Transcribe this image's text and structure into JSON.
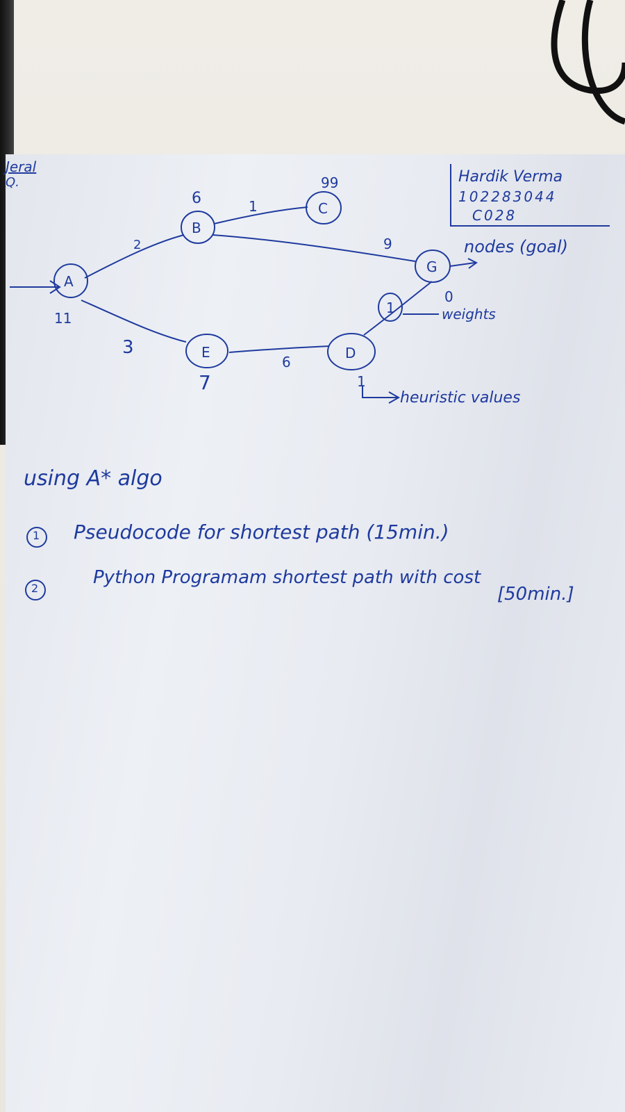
{
  "header": {
    "marker": "Q.",
    "heading_partial": "Jeral",
    "author_name": "Hardik Verma",
    "roll_no": "102283044",
    "section": "C028"
  },
  "graph": {
    "nodes": [
      {
        "id": "A",
        "heuristic": "11"
      },
      {
        "id": "B",
        "heuristic": "6"
      },
      {
        "id": "C",
        "heuristic": "99"
      },
      {
        "id": "G",
        "heuristic": "0"
      },
      {
        "id": "E",
        "heuristic": "7"
      },
      {
        "id": "D",
        "heuristic": "1"
      }
    ],
    "edges": [
      {
        "from": "A",
        "to": "B",
        "weight": "2"
      },
      {
        "from": "B",
        "to": "C",
        "weight": "1"
      },
      {
        "from": "B",
        "to": "G",
        "weight": "9"
      },
      {
        "from": "A",
        "to": "E",
        "weight": "3"
      },
      {
        "from": "E",
        "to": "D",
        "weight": "6"
      },
      {
        "from": "D",
        "to": "G",
        "weight": "1"
      }
    ]
  },
  "annotations": {
    "nodes_goal": "nodes (goal)",
    "weights": "weights",
    "heuristic_values": "heuristic values"
  },
  "task": {
    "intro": "using A* algo",
    "items": [
      {
        "number": "1",
        "text": "Pseudocode for shortest path (15min.)"
      },
      {
        "number": "2",
        "text": "Python Programam shortest path with cost"
      }
    ],
    "time_note": "[50min.]"
  }
}
